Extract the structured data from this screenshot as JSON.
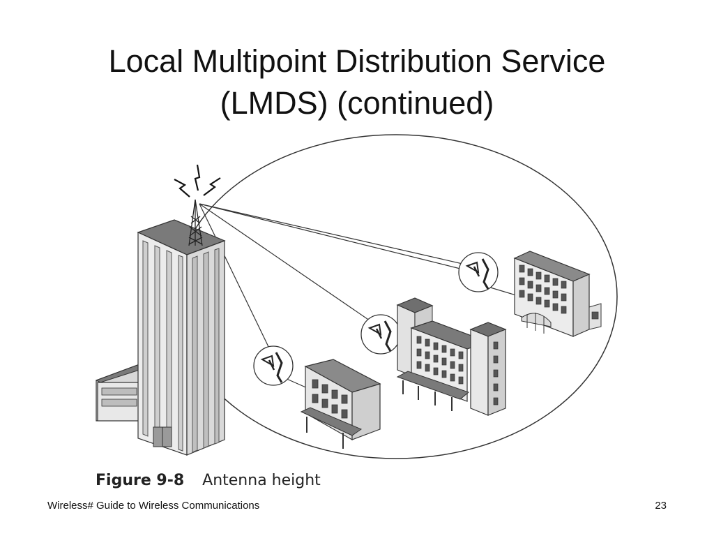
{
  "slide": {
    "title_line1": "Local Multipoint Distribution Service",
    "title_line2": "(LMDS) (continued)"
  },
  "figure": {
    "number": "Figure 9-8",
    "caption": "Antenna height"
  },
  "footer": {
    "left_text": "Wireless# Guide to Wireless Communications",
    "page_number": "23"
  }
}
